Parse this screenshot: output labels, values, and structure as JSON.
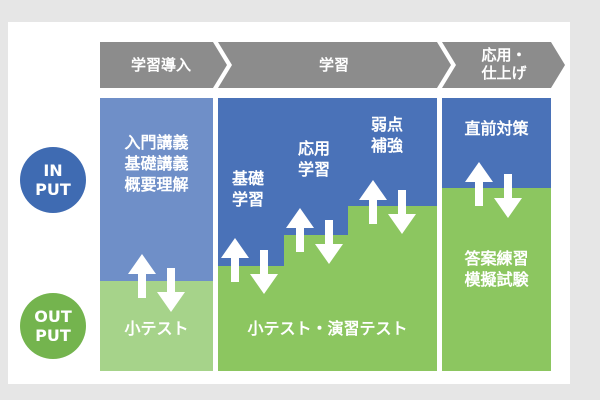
{
  "colors": {
    "chevron": "#8c8c8c",
    "input_block": "#4a72b8",
    "input_block_light": "#6f8fc8",
    "output_block": "#8cc660",
    "output_block_light": "#a6d38a",
    "input_circle": "#3f6bb2",
    "output_circle": "#74b44e",
    "arrow": "#ffffff"
  },
  "phases": [
    {
      "label": "学習導入"
    },
    {
      "label": "学習"
    },
    {
      "label": "応用・\n仕上げ"
    }
  ],
  "rows": {
    "input": {
      "label": "IN\nPUT"
    },
    "output": {
      "label": "OUT\nPUT"
    }
  },
  "col1": {
    "input_text": "入門講義\n基礎講義\n概要理解",
    "output_text": "小テスト"
  },
  "col2": {
    "steps": [
      {
        "label": "基礎\n学習"
      },
      {
        "label": "応用\n学習"
      },
      {
        "label": "弱点\n補強"
      }
    ],
    "output_text": "小テスト・演習テスト"
  },
  "col3": {
    "input_text": "直前対策",
    "output_text": "答案練習\n模擬試験"
  }
}
